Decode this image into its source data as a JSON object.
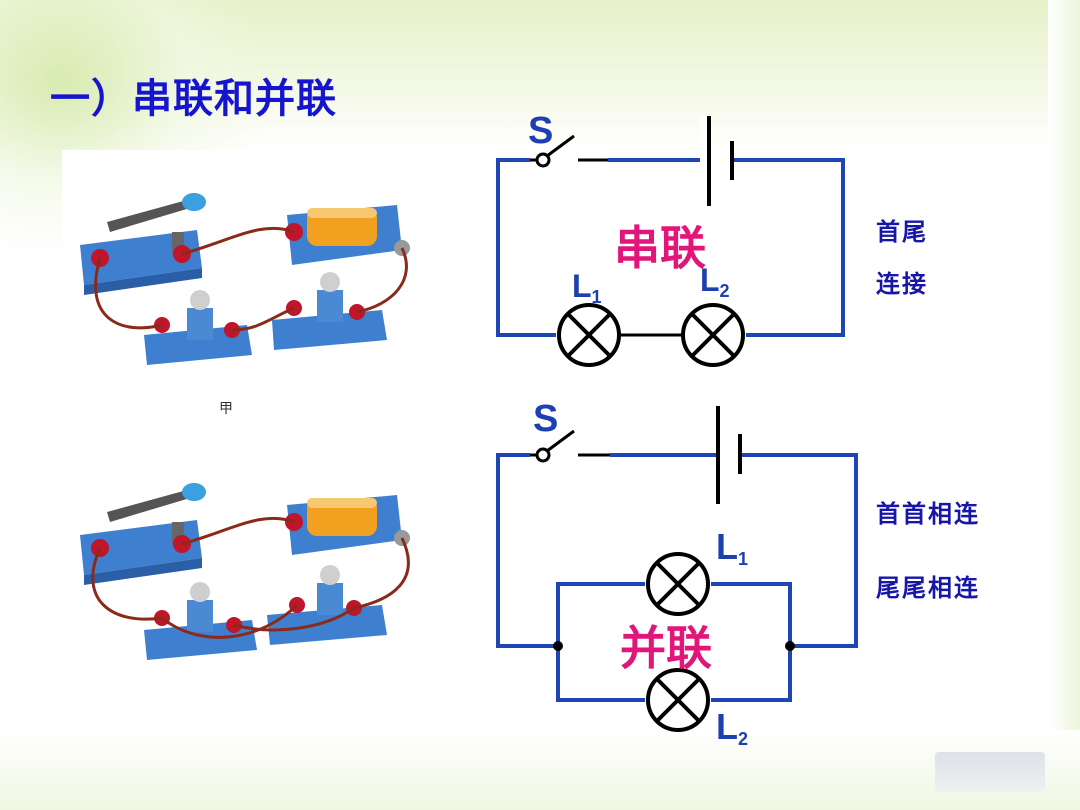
{
  "title": "一）串联和并联",
  "photo": {
    "caption": "甲"
  },
  "series_circuit": {
    "switch_label": "S",
    "lamp1_label": "L",
    "lamp1_sub": "1",
    "lamp2_label": "L",
    "lamp2_sub": "2",
    "type_label": "串联",
    "note_line1": "首尾",
    "note_line2": "连接"
  },
  "parallel_circuit": {
    "switch_label": "S",
    "lamp1_label": "L",
    "lamp1_sub": "1",
    "lamp2_label": "L",
    "lamp2_sub": "2",
    "type_label": "并联",
    "note_line1": "首首相连",
    "note_line2": "尾尾相连"
  },
  "colors": {
    "title": "#1515d0",
    "wire": "#1f45b5",
    "component": "#000000",
    "type_label": "#e0167a",
    "note": "#1616a8"
  }
}
